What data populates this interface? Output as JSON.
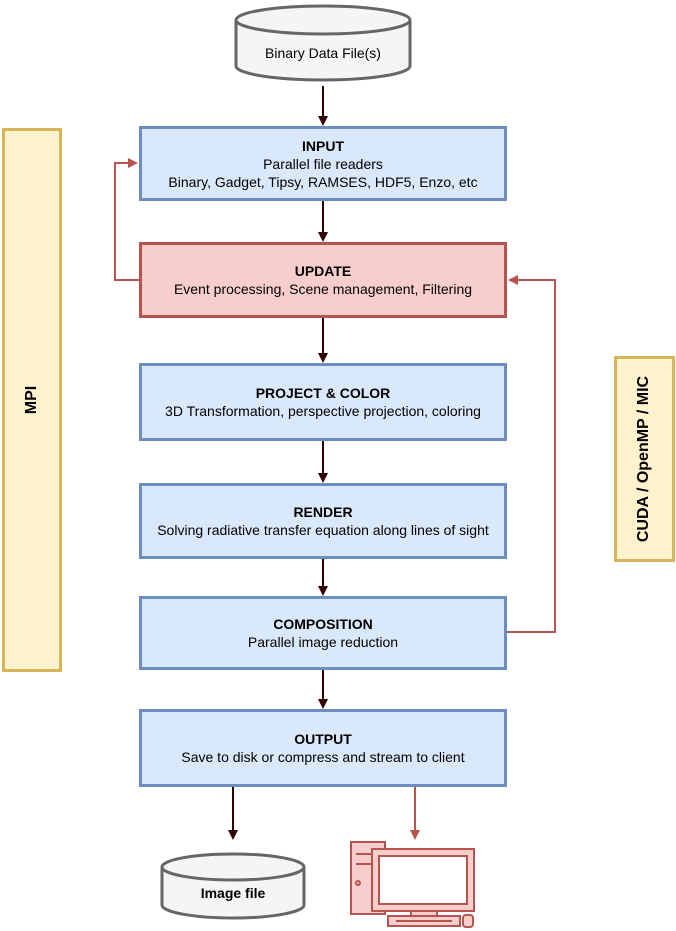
{
  "nodes": {
    "binary_data": {
      "label": "Binary Data File(s)"
    },
    "input": {
      "title": "INPUT",
      "lines": [
        "Parallel file readers",
        "Binary, Gadget, Tipsy, RAMSES, HDF5, Enzo, etc"
      ]
    },
    "update": {
      "title": "UPDATE",
      "lines": [
        "Event processing, Scene management, Filtering"
      ]
    },
    "project": {
      "title": "PROJECT & COLOR",
      "lines": [
        "3D Transformation, perspective projection, coloring"
      ]
    },
    "render": {
      "title": "RENDER",
      "lines": [
        "Solving radiative transfer equation along lines of sight"
      ]
    },
    "composition": {
      "title": "COMPOSITION",
      "lines": [
        "Parallel image reduction"
      ]
    },
    "output": {
      "title": "OUTPUT",
      "lines": [
        "Save to disk or compress and stream to client"
      ]
    },
    "image_file": {
      "label": "Image file"
    }
  },
  "side_labels": {
    "mpi": "MPI",
    "cuda": "CUDA / OpenMP / MIC"
  },
  "colors": {
    "blue_fill": "#dae8fc",
    "blue_stroke": "#6c8ebf",
    "red_fill": "#f8cecc",
    "red_stroke": "#b85450",
    "yellow_fill": "#fff2cc",
    "yellow_stroke": "#d6b656",
    "dark_arrow": "#330000",
    "red_arrow": "#b85450",
    "gray_fill": "#f5f5f5",
    "gray_stroke": "#666666"
  },
  "icons": {
    "client": "desktop-computer-icon"
  }
}
